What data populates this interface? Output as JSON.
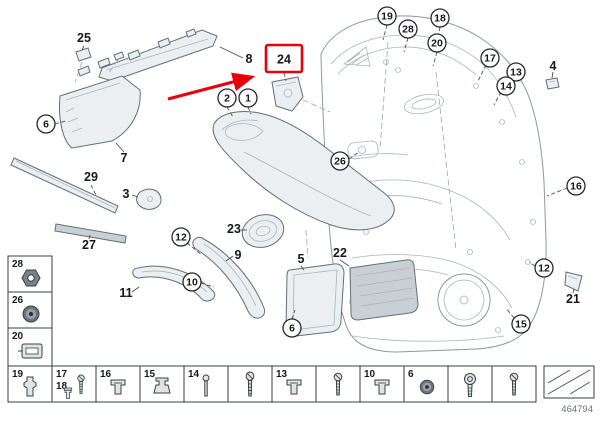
{
  "document": {
    "type": "exploded-parts-diagram",
    "subject": "door trim panel",
    "diagram_number": "464794"
  },
  "highlight": {
    "label": "24",
    "color": "#e8000d",
    "style": "red box around callout 24 with red arrow pointing at it"
  },
  "colors": {
    "line": "#5f7078",
    "outline": "#8a99a3",
    "text": "#16181a",
    "highlight": "#e8000d"
  },
  "callouts": {
    "k25": "25",
    "k8": "8",
    "k24": "24",
    "k2": "2",
    "k1": "1",
    "k6a": "6",
    "k7": "7",
    "k29": "29",
    "k3": "3",
    "k27": "27",
    "k12a": "12",
    "k23": "23",
    "k9": "9",
    "k10": "10",
    "k11": "11",
    "k5": "5",
    "k22": "22",
    "k6b": "6",
    "k26": "26",
    "k19": "19",
    "k28": "28",
    "k18": "18",
    "k20": "20",
    "k17": "17",
    "k13": "13",
    "k14": "14",
    "k4": "4",
    "k16": "16",
    "k12b": "12",
    "k21": "21",
    "k15": "15"
  },
  "side_column": [
    {
      "label": "28",
      "icon": "hex-nut"
    },
    {
      "label": "26",
      "icon": "grommet"
    },
    {
      "label": "20",
      "icon": "mounting-bracket"
    }
  ],
  "fastener_row": [
    {
      "label": "19",
      "icon": "expanding-clip"
    },
    {
      "label": "17",
      "label2": "18",
      "icon": "screw-and-rivet"
    },
    {
      "label": "16",
      "icon": "clip"
    },
    {
      "label": "15",
      "icon": "plug"
    },
    {
      "label": "14",
      "icon": "pin-screw"
    },
    {
      "label": "",
      "icon": "long-screw"
    },
    {
      "label": "13",
      "icon": "clip"
    },
    {
      "label": "",
      "icon": "screw"
    },
    {
      "label": "10",
      "icon": "clip"
    },
    {
      "label": "6",
      "icon": "grommet-nut"
    },
    {
      "label": "",
      "icon": "torx-screw"
    },
    {
      "label": "",
      "icon": "screw"
    },
    {
      "label": "",
      "icon": "corner-diagonal-mark"
    }
  ]
}
